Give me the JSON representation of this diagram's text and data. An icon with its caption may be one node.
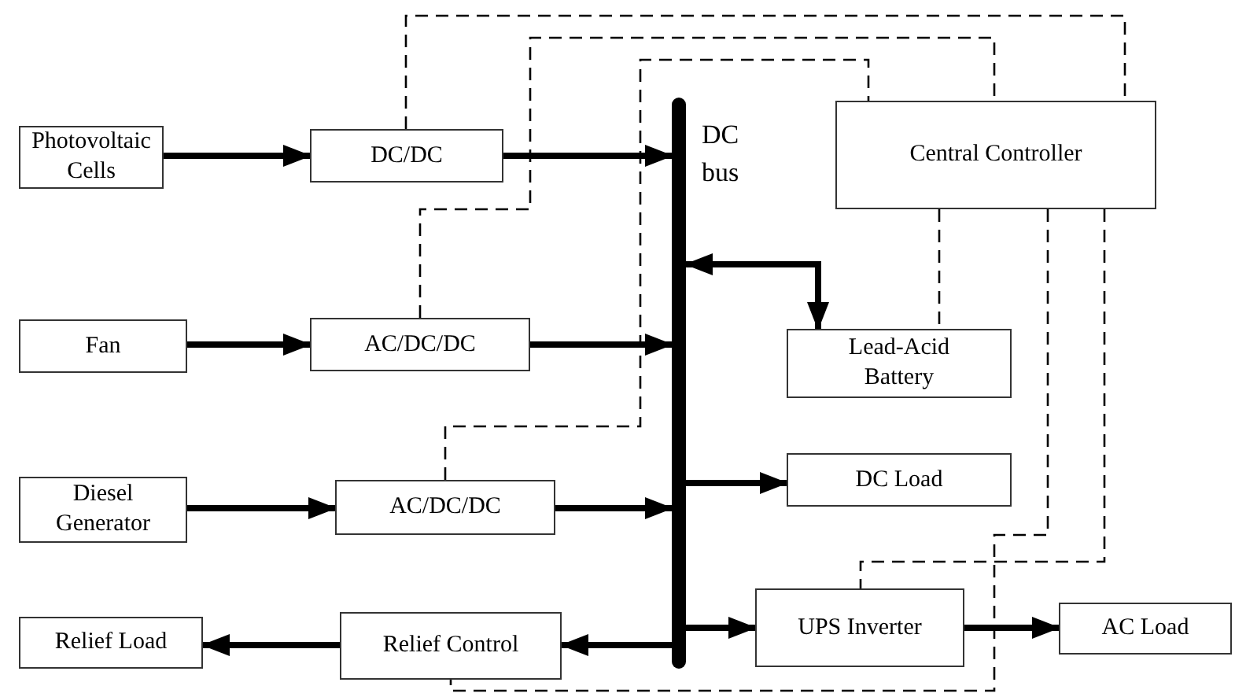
{
  "diagram": {
    "nodes": [
      {
        "text": [
          "Photovoltaic Cells"
        ]
      },
      {
        "text": [
          "DC/DC"
        ]
      },
      {
        "text": [
          "Fan"
        ]
      },
      {
        "text": [
          "AC/DC/DC"
        ]
      },
      {
        "text": [
          "Diesel Generator"
        ]
      },
      {
        "text": [
          "AC/DC/DC"
        ]
      },
      {
        "text": [
          "Relief Load"
        ]
      },
      {
        "text": [
          "Relief Control"
        ]
      },
      {
        "text": [],
        "shape": "bar",
        "beside": [
          "DC bus"
        ]
      },
      {
        "text": [
          "Central Controller"
        ]
      },
      {
        "text": [
          "Lead-Acid Battery"
        ]
      },
      {
        "text": [
          "DC Load"
        ]
      },
      {
        "text": [
          "UPS Inverter"
        ]
      },
      {
        "text": [
          "AC Load"
        ]
      }
    ],
    "edges": [
      {
        "from": 0,
        "to": 1,
        "arrow": "to"
      },
      {
        "from": 1,
        "to": 8,
        "arrow": "to"
      },
      {
        "from": 2,
        "to": 3,
        "arrow": "to"
      },
      {
        "from": 3,
        "to": 8,
        "arrow": "to"
      },
      {
        "from": 4,
        "to": 5,
        "arrow": "to"
      },
      {
        "from": 5,
        "to": 8,
        "arrow": "to"
      },
      {
        "from": 8,
        "to": 7,
        "arrow": "to"
      },
      {
        "from": 7,
        "to": 6,
        "arrow": "to"
      },
      {
        "from": 8,
        "to": 10,
        "arrow": "both"
      },
      {
        "from": 8,
        "to": 11,
        "arrow": "to"
      },
      {
        "from": 8,
        "to": 12,
        "arrow": "to"
      },
      {
        "from": 12,
        "to": 13,
        "arrow": "to"
      },
      {
        "from": 1,
        "to": 9,
        "arrow": "none",
        "style": "dashed"
      },
      {
        "from": 3,
        "to": 9,
        "arrow": "none",
        "style": "dashed"
      },
      {
        "from": 5,
        "to": 9,
        "arrow": "none",
        "style": "dashed"
      },
      {
        "from": 9,
        "to": 10,
        "arrow": "none",
        "style": "dashed"
      },
      {
        "from": 9,
        "to": 7,
        "arrow": "none",
        "style": "dashed"
      },
      {
        "from": 9,
        "to": 12,
        "arrow": "none",
        "style": "dashed"
      }
    ]
  }
}
